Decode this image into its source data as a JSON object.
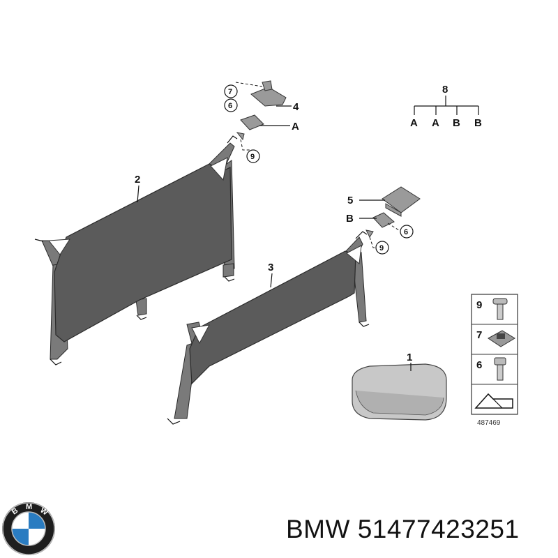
{
  "labels": {
    "part_1": "1",
    "part_2": "2",
    "part_3": "3",
    "part_4": "4",
    "part_5": "5",
    "tree_root": "8",
    "tree_leaves": [
      "A",
      "A",
      "B",
      "B"
    ],
    "callout_A": "A",
    "callout_B": "B",
    "circle_7": "7",
    "circle_6_top": "6",
    "circle_9_top": "9",
    "circle_6_right": "6",
    "circle_9_right": "9"
  },
  "legend_table": {
    "rows": [
      "9",
      "7",
      "6"
    ],
    "diagram_number": "487469"
  },
  "logo": {
    "brand_letters": "BMW"
  },
  "caption": {
    "brand": "BMW",
    "part_number": "51477423251"
  },
  "colors": {
    "net_fill": "#5b5b5b",
    "strap_fill": "#7a7a7a",
    "logo_blue": "#2a7cc1",
    "logo_ring": "#1e1e1e"
  }
}
